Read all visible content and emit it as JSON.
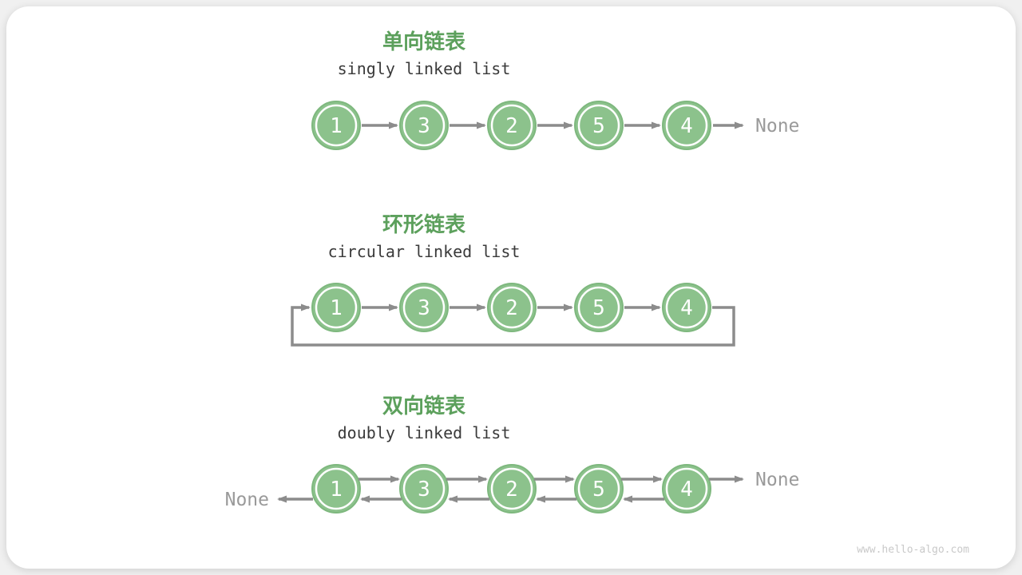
{
  "colors": {
    "background": "#f0f0f0",
    "card": "#ffffff",
    "title_green": "#5ca05c",
    "subtitle_text": "#3a3a3a",
    "node_fill": "#8cc28c",
    "node_stroke": "#7eb87e",
    "node_ring": "#ffffff",
    "node_text": "#ffffff",
    "arrow": "#8c8c8c",
    "none_text": "#9a9a9a",
    "watermark": "#c9c9c9"
  },
  "sections": [
    {
      "title_zh": "单向链表",
      "title_en": "singly linked list",
      "nodes": [
        "1",
        "3",
        "2",
        "5",
        "4"
      ],
      "none_right": "None"
    },
    {
      "title_zh": "环形链表",
      "title_en": "circular linked list",
      "nodes": [
        "1",
        "3",
        "2",
        "5",
        "4"
      ]
    },
    {
      "title_zh": "双向链表",
      "title_en": "doubly linked list",
      "nodes": [
        "1",
        "3",
        "2",
        "5",
        "4"
      ],
      "none_left": "None",
      "none_right": "None"
    }
  ],
  "watermark": "www.hello-algo.com"
}
